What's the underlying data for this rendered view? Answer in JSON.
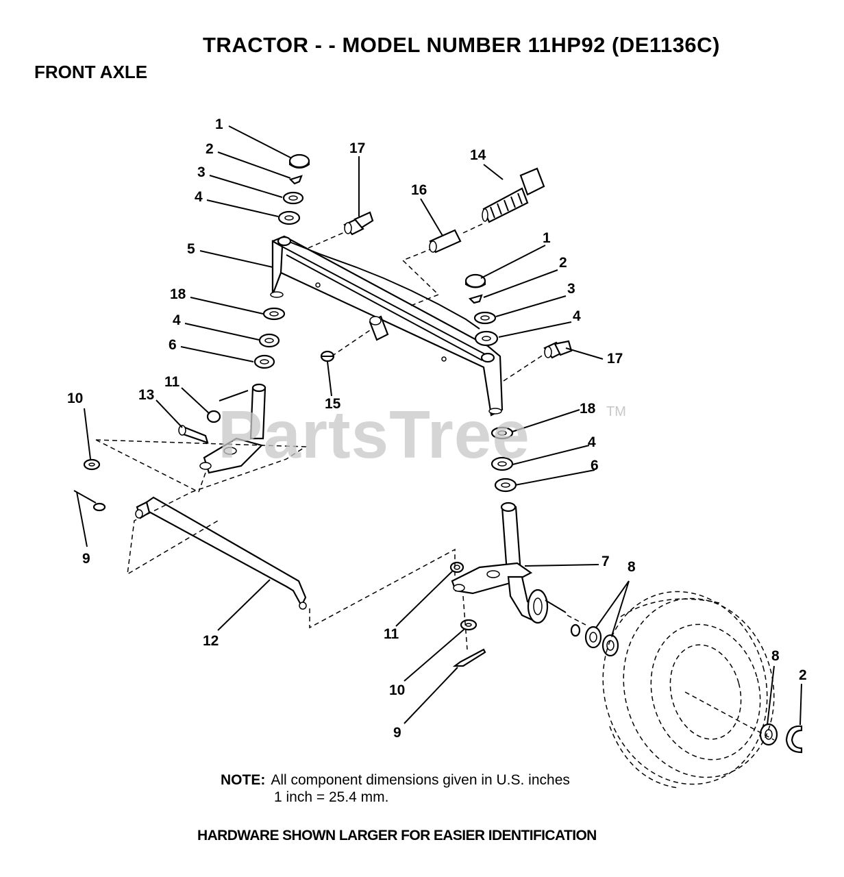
{
  "header": {
    "title": "TRACTOR - - MODEL NUMBER 11HP92 (DE1136C)",
    "section": "FRONT AXLE"
  },
  "watermark": {
    "brand": "PartsTree",
    "trademark": "TM"
  },
  "callouts": [
    {
      "id": "c1a",
      "label": "1"
    },
    {
      "id": "c2a",
      "label": "2"
    },
    {
      "id": "c3a",
      "label": "3"
    },
    {
      "id": "c4a",
      "label": "4"
    },
    {
      "id": "c5",
      "label": "5"
    },
    {
      "id": "c18a",
      "label": "18"
    },
    {
      "id": "c4b",
      "label": "4"
    },
    {
      "id": "c6a",
      "label": "6"
    },
    {
      "id": "c11a",
      "label": "11"
    },
    {
      "id": "c13",
      "label": "13"
    },
    {
      "id": "c10a",
      "label": "10"
    },
    {
      "id": "c9a",
      "label": "9"
    },
    {
      "id": "c17a",
      "label": "17"
    },
    {
      "id": "c16",
      "label": "16"
    },
    {
      "id": "c14",
      "label": "14"
    },
    {
      "id": "c1b",
      "label": "1"
    },
    {
      "id": "c2b",
      "label": "2"
    },
    {
      "id": "c3b",
      "label": "3"
    },
    {
      "id": "c4c",
      "label": "4"
    },
    {
      "id": "c17b",
      "label": "17"
    },
    {
      "id": "c15",
      "label": "15"
    },
    {
      "id": "c18b",
      "label": "18"
    },
    {
      "id": "c4d",
      "label": "4"
    },
    {
      "id": "c6b",
      "label": "6"
    },
    {
      "id": "c7",
      "label": "7"
    },
    {
      "id": "c8a",
      "label": "8"
    },
    {
      "id": "c12",
      "label": "12"
    },
    {
      "id": "c11b",
      "label": "11"
    },
    {
      "id": "c10b",
      "label": "10"
    },
    {
      "id": "c9b",
      "label": "9"
    },
    {
      "id": "c8b",
      "label": "8"
    },
    {
      "id": "c2c",
      "label": "2"
    }
  ],
  "note": {
    "label": "NOTE:",
    "line1": "All component dimensions given in U.S. inches",
    "line2": "1 inch = 25.4 mm."
  },
  "footer": "HARDWARE SHOWN LARGER FOR EASIER IDENTIFICATION"
}
